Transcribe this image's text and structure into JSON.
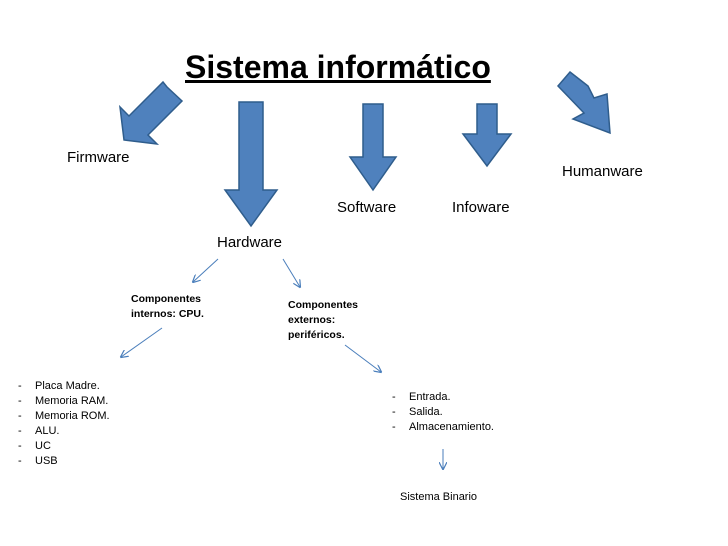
{
  "title": "Sistema informático",
  "categories": {
    "firmware": "Firmware",
    "hardware": "Hardware",
    "software": "Software",
    "infoware": "Infoware",
    "humanware": "Humanware"
  },
  "hardware_branches": {
    "internal": "Componentes internos: CPU.",
    "external": "Componentes externos: periféricos."
  },
  "internal_items": [
    "Placa Madre.",
    "Memoria RAM.",
    "Memoria ROM.",
    "ALU.",
    "UC",
    "USB"
  ],
  "external_items": [
    "Entrada.",
    "Salida.",
    "Almacenamiento."
  ],
  "binary_label": "Sistema Binario",
  "colors": {
    "arrow_fill": "#4f81bd",
    "arrow_stroke": "#2f5d8c",
    "thin_arrow": "#4a7ebb"
  }
}
